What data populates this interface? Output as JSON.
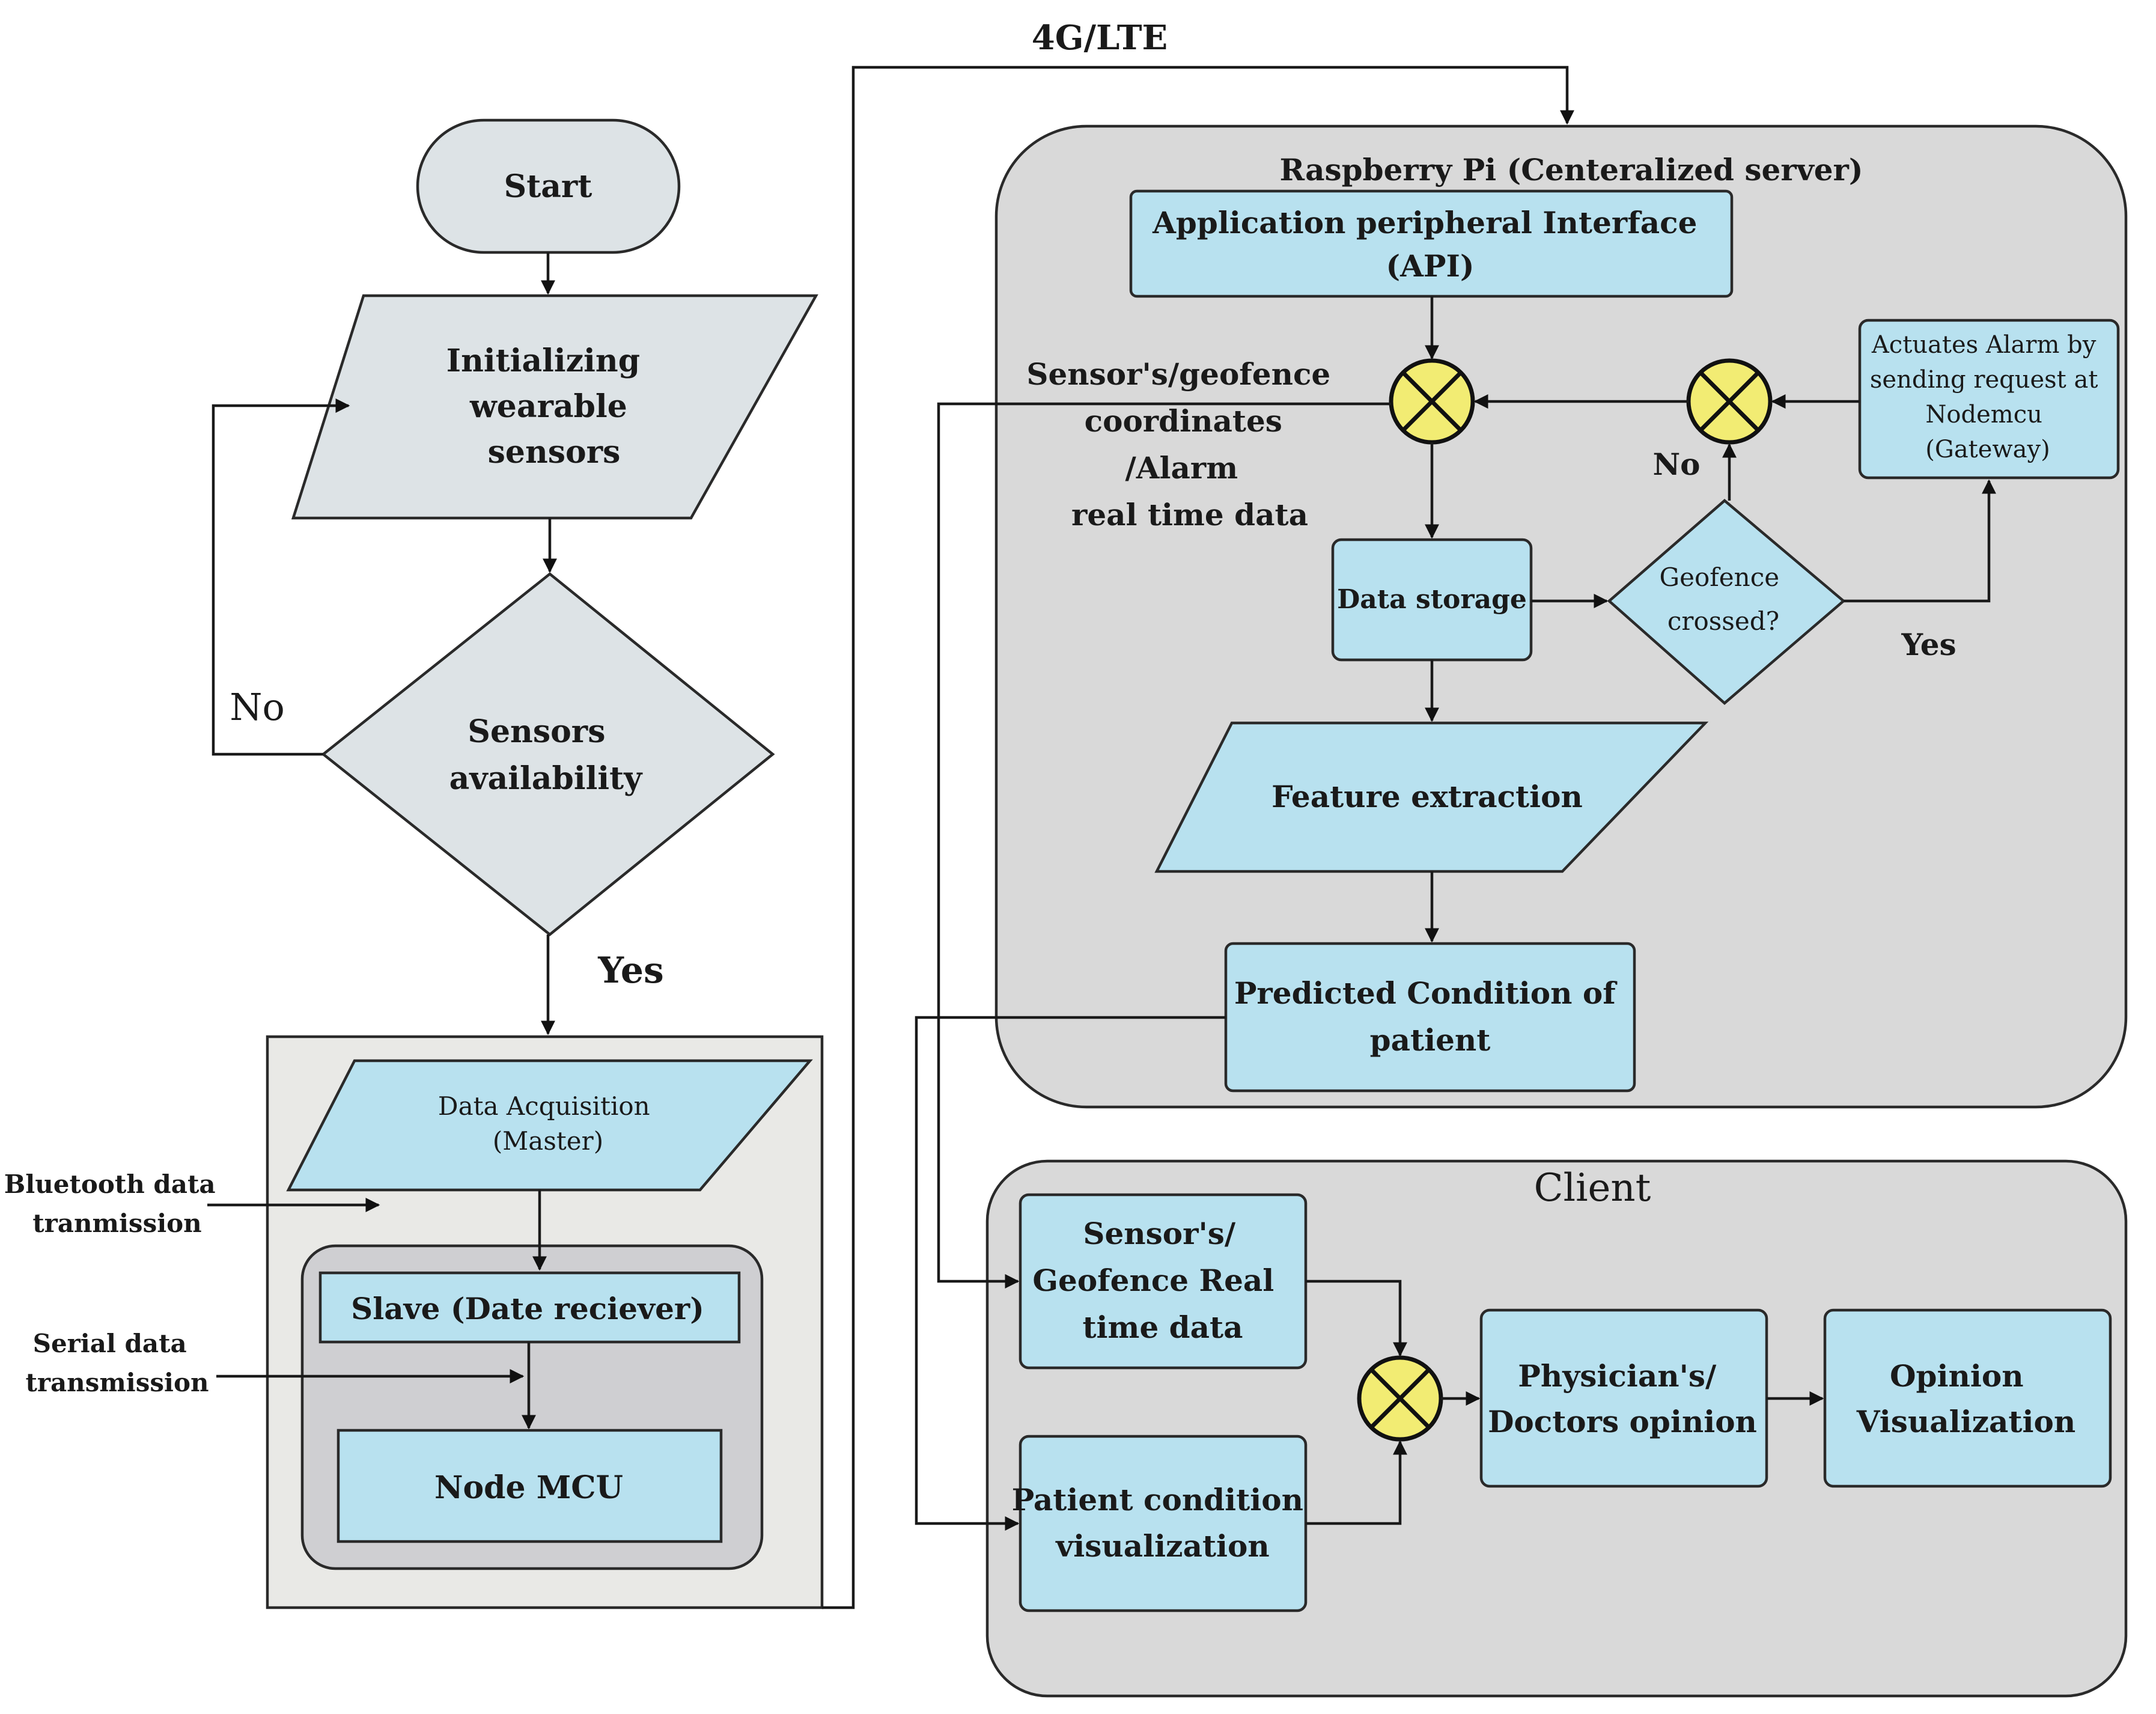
{
  "nodes": {
    "start": "Start",
    "init_sensors": [
      "Initializing",
      "wearable",
      "sensors"
    ],
    "sensors_availability": [
      "Sensors",
      "availability"
    ],
    "data_acquisition": [
      "Data Acquisition",
      "(Master)"
    ],
    "slave": "Slave (Date reciever)",
    "node_mcu": "Node MCU",
    "raspberry_title": "Raspberry Pi (Centeralized server)",
    "api": [
      "Application  peripheral  Interface",
      "(API)"
    ],
    "data_storage": "Data storage",
    "geofence_crossed": [
      "Geofence",
      "crossed?"
    ],
    "actuates_alarm": [
      "Actuates Alarm by",
      "sending  request at",
      "Nodemcu",
      "(Gateway)"
    ],
    "feature_extraction": "Feature extraction",
    "predicted_condition": [
      "Predicted Condition of",
      "patient"
    ],
    "client_title": "Client",
    "client_sensor": [
      "Sensor's/",
      "Geofence Real",
      "time data"
    ],
    "patient_visualization": [
      "Patient condition",
      "visualization"
    ],
    "physician_opinion": [
      "Physician's/",
      "Doctors opinion"
    ],
    "opinion_visualization": [
      "Opinion",
      "Visualization"
    ]
  },
  "edge_labels": {
    "no_left": "No",
    "yes_left": "Yes",
    "lte": "4G/LTE",
    "sensor_geofence": [
      "Sensor's/geofence",
      "coordinates",
      "/Alarm",
      "real time data"
    ],
    "no_geofence": "No",
    "yes_geofence": "Yes",
    "bluetooth": [
      "Bluetooth data",
      "tranmission"
    ],
    "serial": [
      "Serial data",
      "transmission"
    ]
  },
  "colors": {
    "process_fill": "#b8e1ef",
    "start_fill": "#dde3e6",
    "summing_junction": "#f2ec73",
    "panel_fill": "#d9d9d9"
  }
}
